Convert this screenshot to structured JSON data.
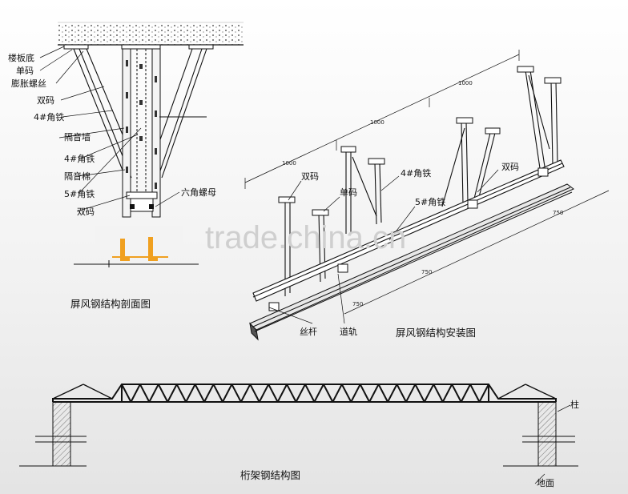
{
  "section": {
    "labels": [
      "楼板底",
      "单码",
      "膨胀螺丝",
      "双码",
      "4#角铁",
      "隔音墙",
      "4#角铁",
      "隔音棉",
      "5#角铁",
      "双码"
    ],
    "nut_label": "六角螺母",
    "title": "屏风钢结构剖面图"
  },
  "install": {
    "dims": [
      "1000",
      "1000",
      "1000",
      "750",
      "750",
      "750"
    ],
    "labels": {
      "double_code_1": "双码",
      "single_code": "单码",
      "angle4": "4#角铁",
      "angle5": "5#角铁",
      "double_code_2": "双码",
      "rod": "丝杆",
      "rail": "道轨"
    },
    "title": "屏风钢结构安装图"
  },
  "truss": {
    "column_label": "柱",
    "ground_label": "地面",
    "title": "桁架钢结构图"
  },
  "watermark": "trade.china.cn",
  "colors": {
    "line": "#111111",
    "accent": "#f0a020"
  }
}
